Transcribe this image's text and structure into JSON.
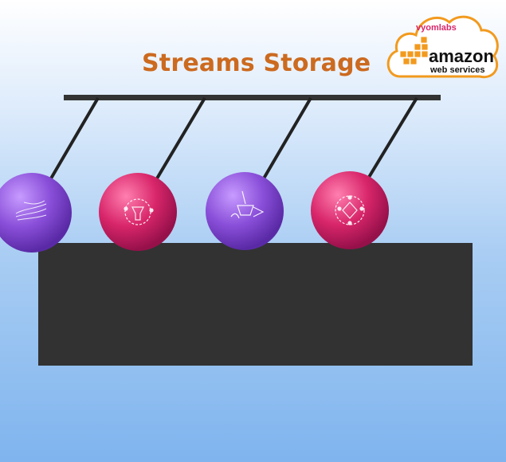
{
  "title": "Streams Storage",
  "logo": {
    "brand": "vyomlabs",
    "amazon": "amazon",
    "web_services": "web services"
  },
  "colors": {
    "title": "#cc6a1f",
    "purple_ball": "#8a4fd9",
    "pink_ball": "#d8266a",
    "block": "#323232",
    "bar": "#333333",
    "logo_orange": "#f29a1e"
  },
  "balls": [
    {
      "color": "purple",
      "icon": "stream-flow-icon"
    },
    {
      "color": "pink",
      "icon": "kinesis-shard-icon"
    },
    {
      "color": "purple",
      "icon": "broom-cleanup-icon"
    },
    {
      "color": "pink",
      "icon": "network-node-icon"
    }
  ]
}
